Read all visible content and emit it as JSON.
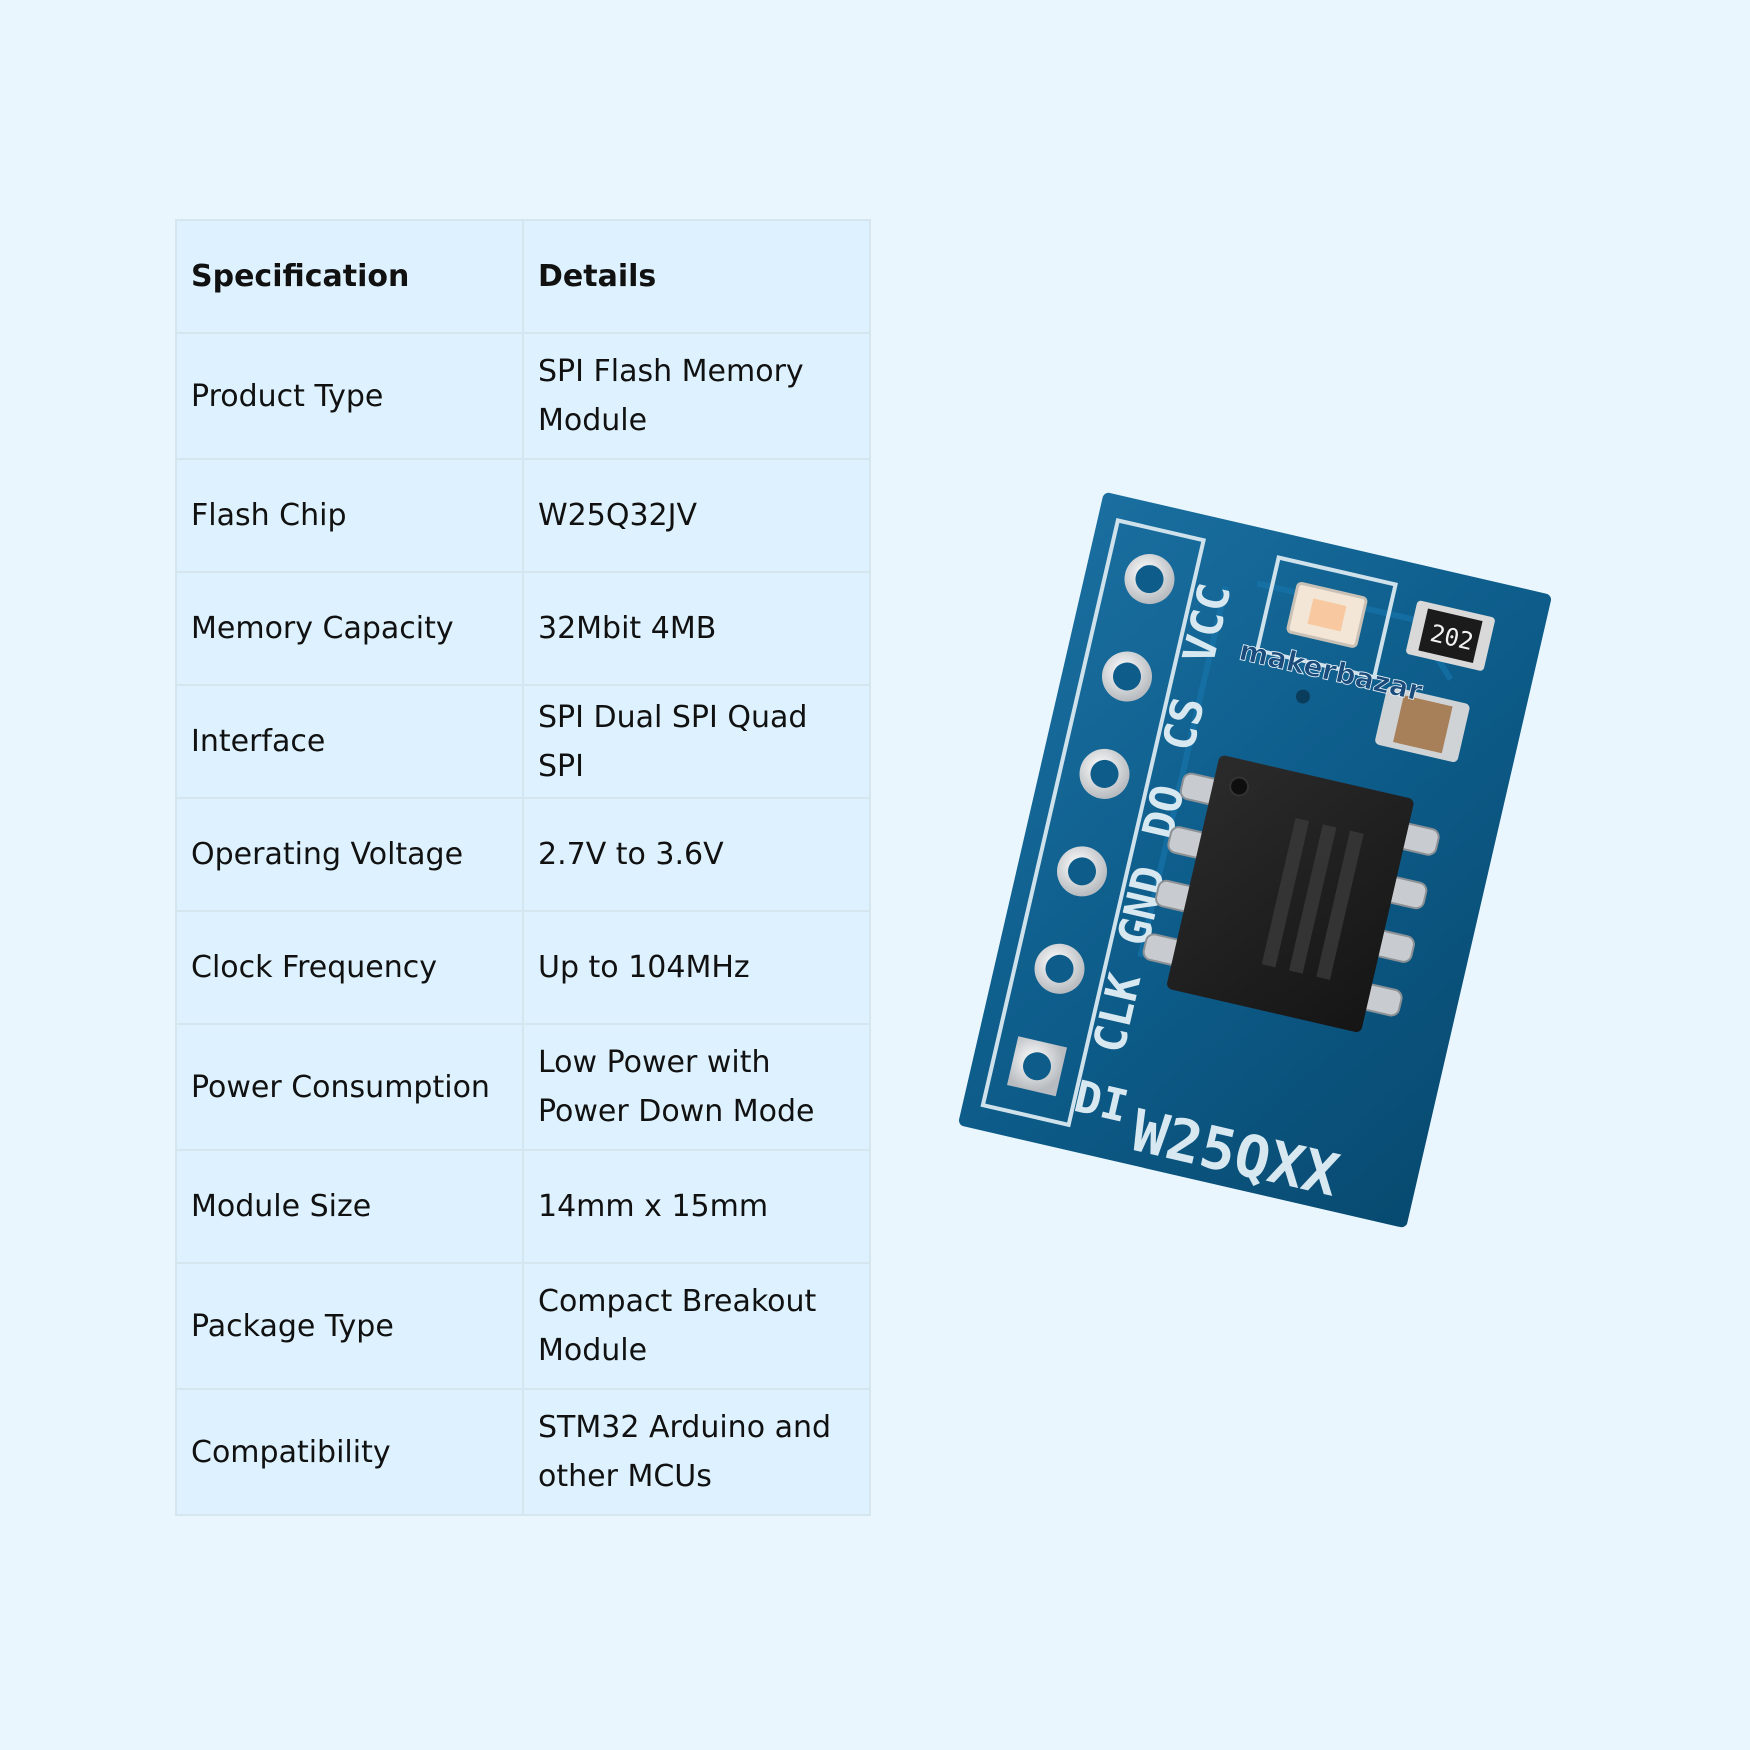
{
  "table": {
    "headers": [
      "Specification",
      "Details"
    ],
    "rows": [
      {
        "spec": "Product Type",
        "detail": "SPI Flash Memory Module"
      },
      {
        "spec": "Flash Chip",
        "detail": "W25Q32JV"
      },
      {
        "spec": "Memory Capacity",
        "detail": "32Mbit 4MB"
      },
      {
        "spec": "Interface",
        "detail": "SPI Dual SPI Quad SPI"
      },
      {
        "spec": "Operating Voltage",
        "detail": "2.7V to 3.6V"
      },
      {
        "spec": "Clock Frequency",
        "detail": "Up to 104MHz"
      },
      {
        "spec": "Power Consumption",
        "detail": "Low Power with Power Down Mode"
      },
      {
        "spec": "Module Size",
        "detail": "14mm x 15mm"
      },
      {
        "spec": "Package Type",
        "detail": "Compact Breakout Module"
      },
      {
        "spec": "Compatibility",
        "detail": "STM32 Arduino and other MCUs"
      }
    ]
  },
  "board": {
    "pin_labels": [
      "VCC",
      "CS",
      "DO",
      "GND",
      "CLK",
      "DI"
    ],
    "silkscreen_title": "W25QXX",
    "resistor_code": "202",
    "logo": "makerbazar"
  },
  "colors": {
    "background": "#eaf6fe",
    "table_fill": "#ddf2fe",
    "table_border": "#d6e6ef",
    "pcb": "#0d5c8a",
    "silkscreen": "#d8e8f0"
  }
}
